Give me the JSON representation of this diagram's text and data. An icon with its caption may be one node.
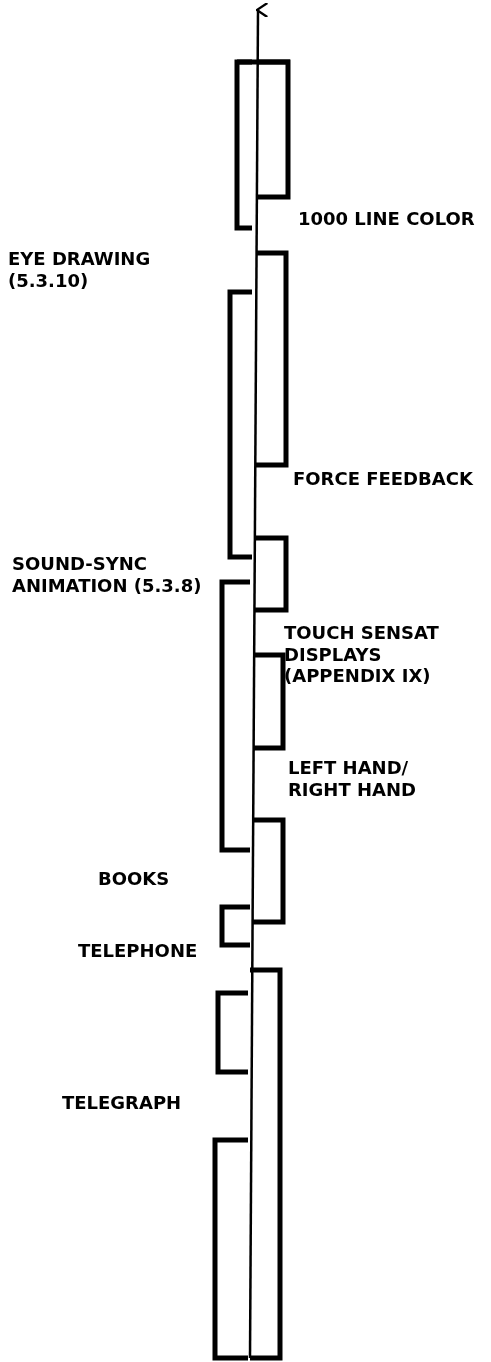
{
  "diagram": {
    "labels": [
      "1000 LINE COLOR",
      "EYE DRAWING (5.3.10)",
      "FORCE FEEDBACK",
      "SOUND-SYNC ANIMATION (5.3.8)",
      "TOUCH SENSAT DISPLAYS (APPENDIX IX)",
      "LEFT HAND/ RIGHT HAND",
      "BOOKS",
      "TELEPHONE",
      "TELEGRAPH"
    ]
  }
}
